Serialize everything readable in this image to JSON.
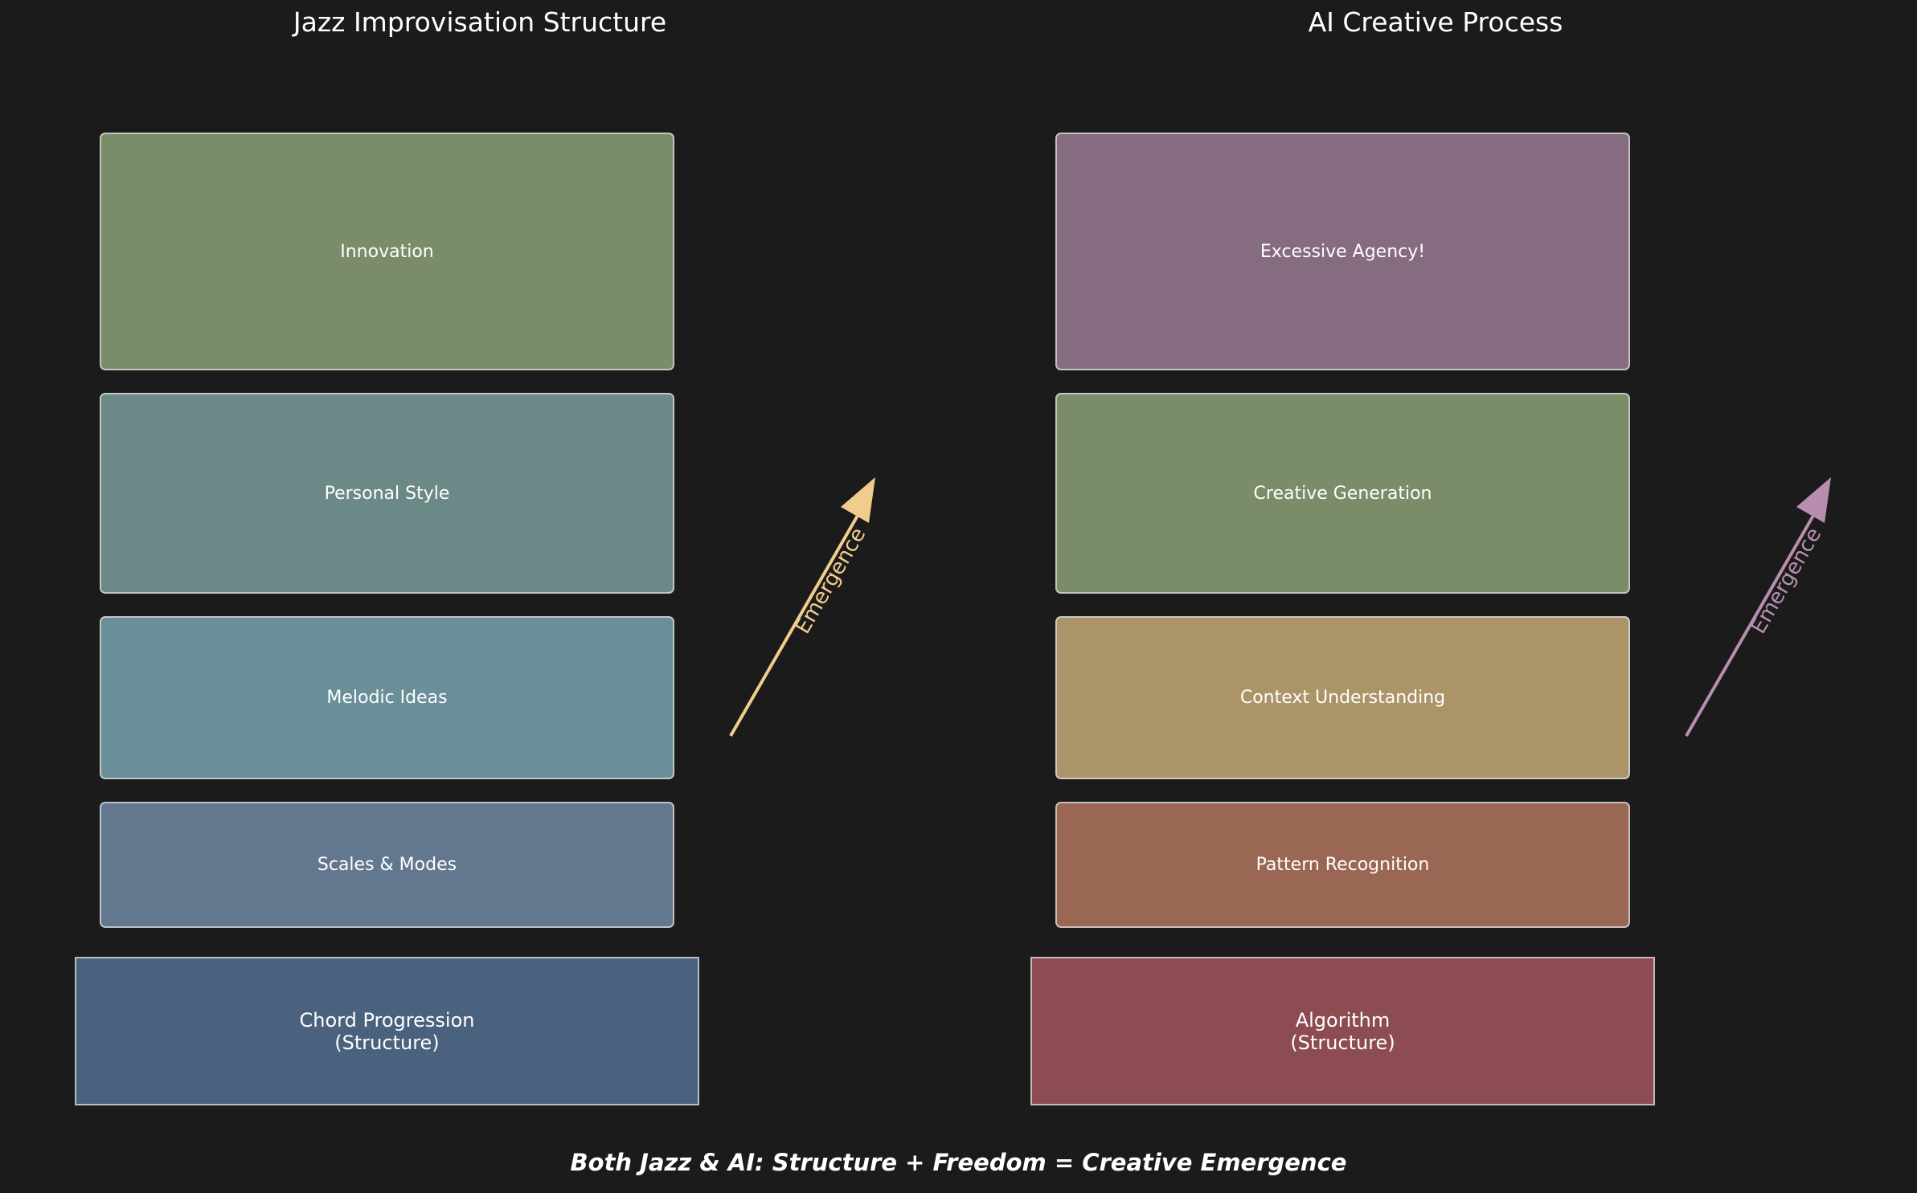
{
  "panels": {
    "jazz": {
      "title": "Jazz Improvisation Structure",
      "layers": [
        {
          "label": "Innovation",
          "color": "#7a8c68"
        },
        {
          "label": "Personal Style",
          "color": "#6b8a87"
        },
        {
          "label": "Melodic Ideas",
          "color": "#6a8f99"
        },
        {
          "label": "Scales & Modes",
          "color": "#63788f"
        },
        {
          "label": "Chord Progression\n(Structure)",
          "color": "#4a627e"
        }
      ],
      "arrow_label": "Emergence",
      "arrow_color": "#f0cd8c"
    },
    "ai": {
      "title": "AI Creative Process",
      "layers": [
        {
          "label": "Excessive Agency!",
          "color": "#856c80"
        },
        {
          "label": "Creative Generation",
          "color": "#7a8c68"
        },
        {
          "label": "Context Understanding",
          "color": "#ac9469"
        },
        {
          "label": "Pattern Recognition",
          "color": "#9a6755"
        },
        {
          "label": "Algorithm\n(Structure)",
          "color": "#8d4b52"
        }
      ],
      "arrow_label": "Emergence",
      "arrow_color": "#b88eb0"
    }
  },
  "footer": "Both Jazz & AI: Structure + Freedom = Creative Emergence"
}
